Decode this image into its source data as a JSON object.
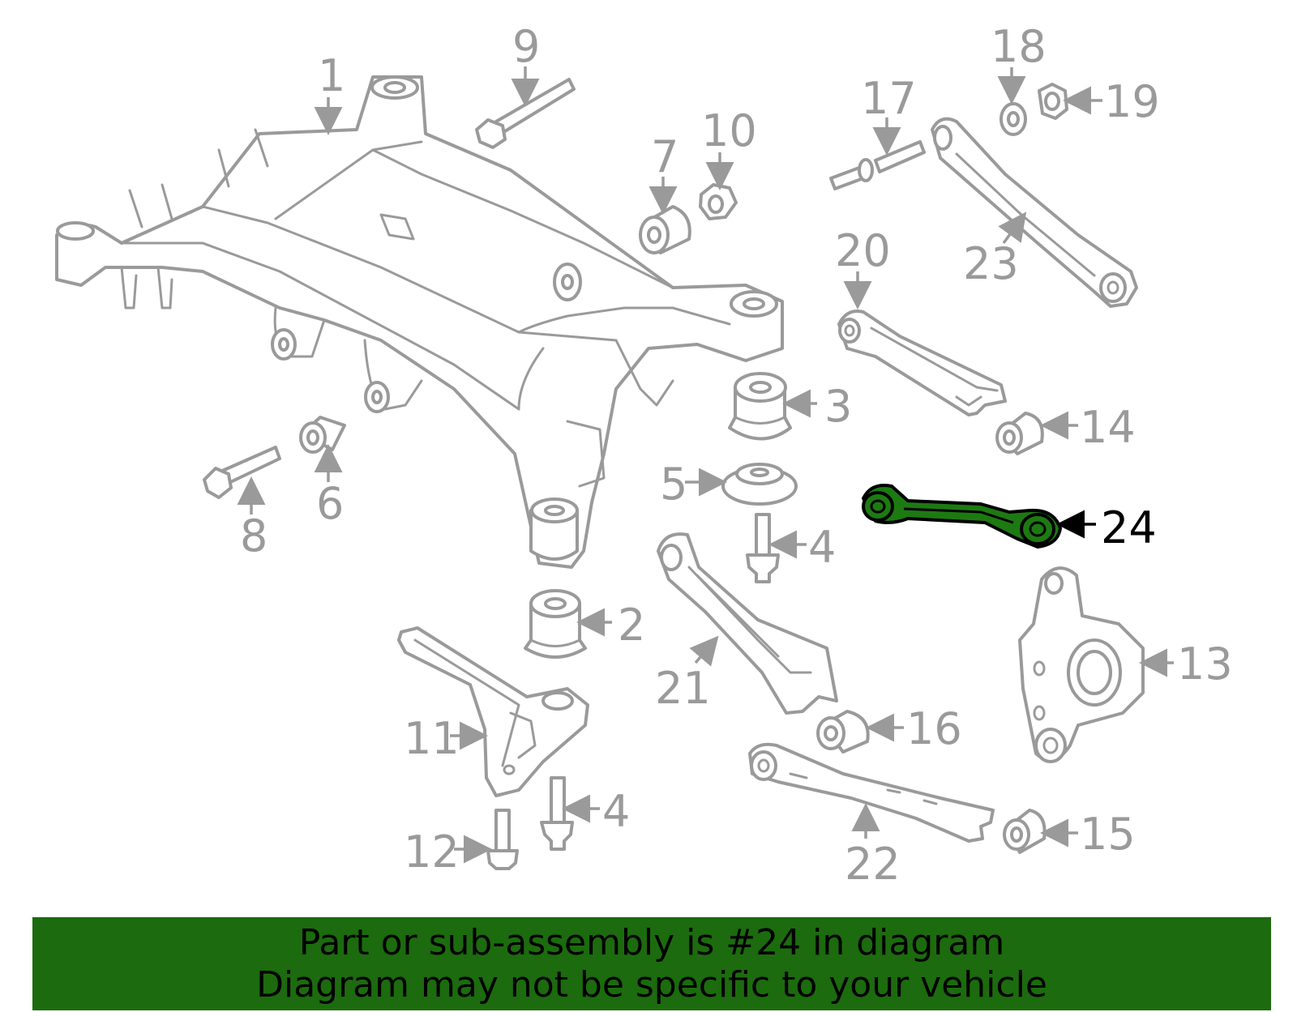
{
  "diagram": {
    "highlight_color": "#1d7a12",
    "highlighted_part": "24",
    "callouts": [
      "1",
      "2",
      "3",
      "4",
      "4",
      "4",
      "5",
      "6",
      "7",
      "8",
      "9",
      "10",
      "11",
      "12",
      "13",
      "14",
      "15",
      "16",
      "17",
      "18",
      "19",
      "20",
      "21",
      "22",
      "23",
      "24"
    ]
  },
  "banner": {
    "color": "#1c6b0e",
    "line1": "Part or sub-assembly is #24 in diagram",
    "line2": "Diagram may not be specific to your vehicle"
  }
}
